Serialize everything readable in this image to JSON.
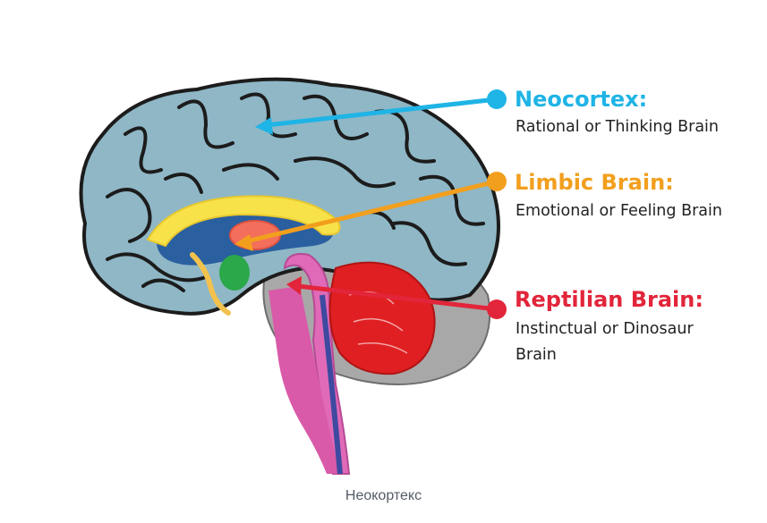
{
  "figure": {
    "labels": [
      {
        "title": "Neocortex:",
        "description": "Rational or Thinking Brain",
        "color": "#1fb4e6"
      },
      {
        "title": "Limbic Brain:",
        "description": "Emotional or Feeling Brain",
        "color": "#f29f1e"
      },
      {
        "title": "Reptilian Brain:",
        "description_line1": "Instinctual or Dinosaur",
        "description_line2": "Brain",
        "color": "#e2253a"
      }
    ]
  },
  "caption": "Неокортекс"
}
